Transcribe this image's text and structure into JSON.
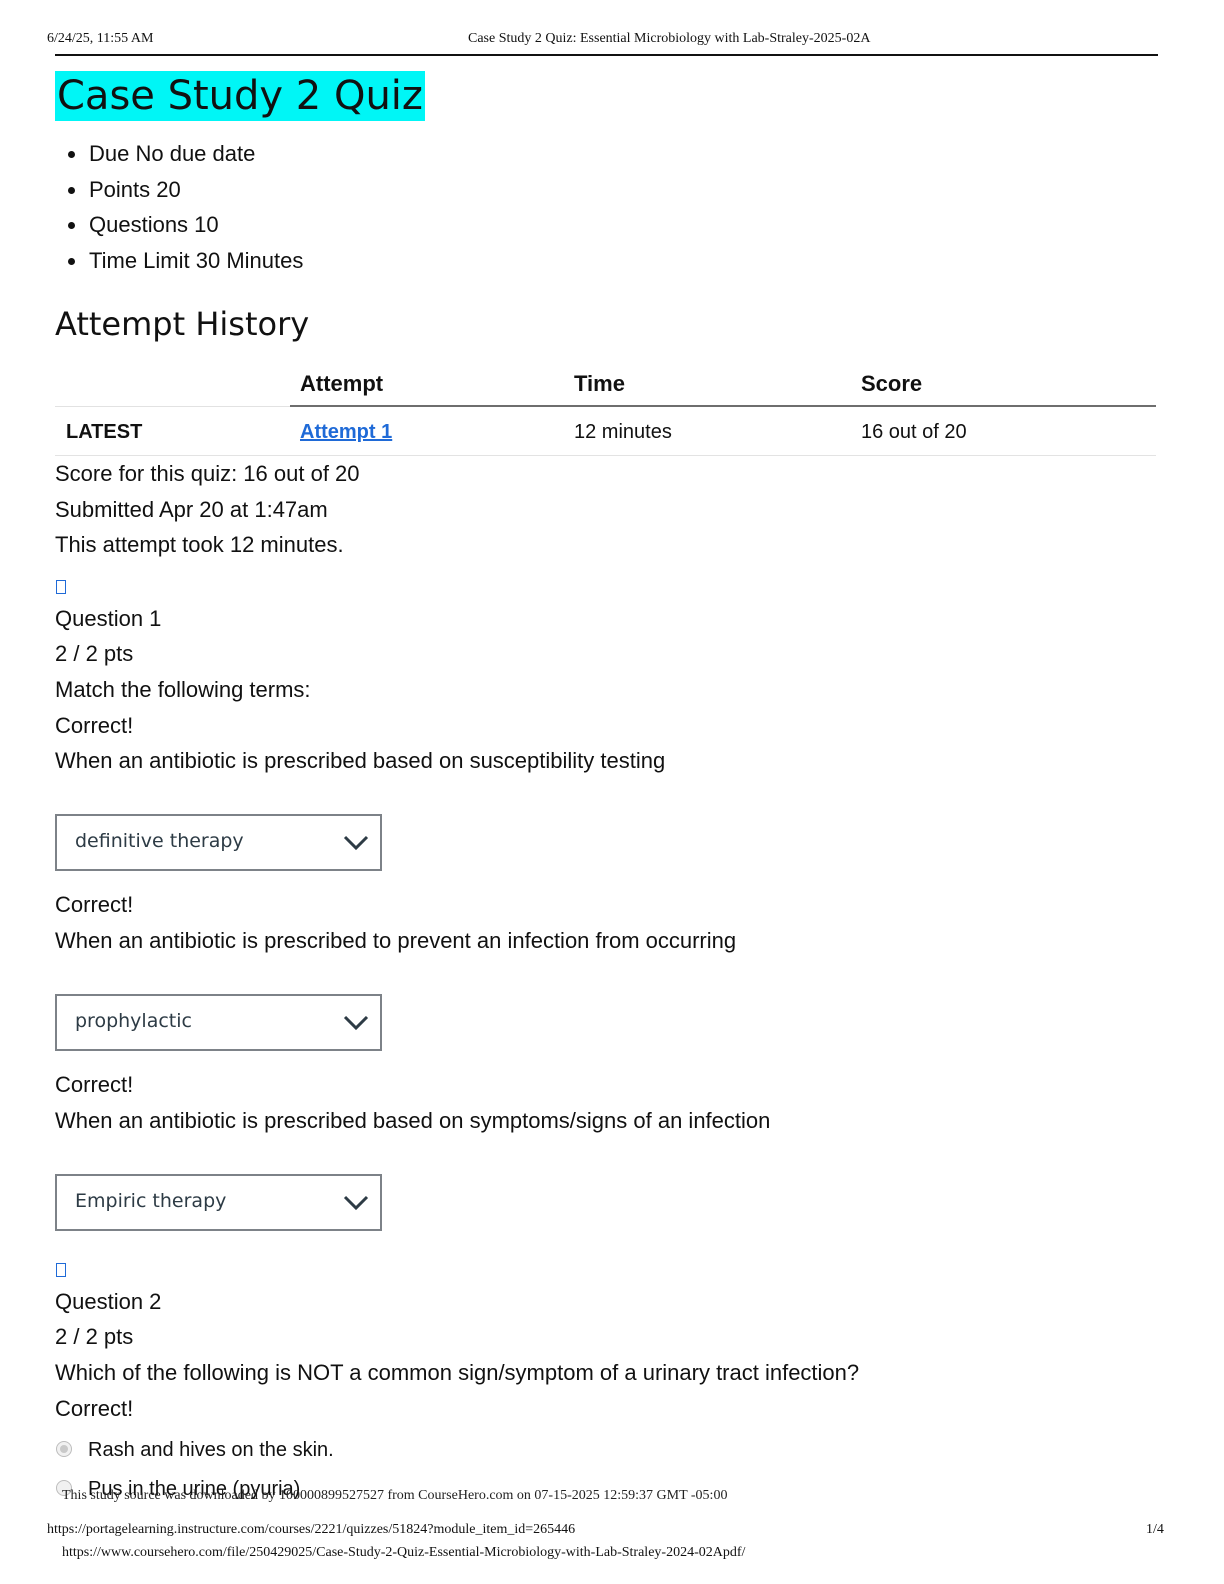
{
  "print_header": {
    "datetime": "6/24/25, 11:55 AM",
    "doc_title": "Case Study 2 Quiz: Essential Microbiology with Lab-Straley-2025-02A"
  },
  "quiz": {
    "title": "Case Study 2 Quiz",
    "details": [
      "Due No due date",
      "Points 20",
      "Questions 10",
      "Time Limit 30 Minutes"
    ]
  },
  "attempt_history": {
    "heading": "Attempt History",
    "columns": [
      "Attempt",
      "Time",
      "Score"
    ],
    "rows": [
      {
        "tag": "LATEST",
        "attempt": "Attempt 1",
        "time": "12 minutes",
        "score": "16 out of 20"
      }
    ]
  },
  "summary": {
    "score": "Score for this quiz: 16 out of 20",
    "submitted": "Submitted Apr 20 at 1:47am",
    "duration": "This attempt took 12 minutes."
  },
  "questions": [
    {
      "label": "Question 1",
      "points": "2 / 2 pts",
      "prompt": "Match the following terms:",
      "matches": [
        {
          "status": "Correct!",
          "text": "When an antibiotic is prescribed based on susceptibility testing",
          "answer": "definitive therapy"
        },
        {
          "status": "Correct!",
          "text": "When an antibiotic is prescribed to prevent an infection from occurring",
          "answer": "prophylactic"
        },
        {
          "status": "Correct!",
          "text": "When an antibiotic is prescribed based on symptoms/signs of an infection",
          "answer": "Empiric therapy"
        }
      ]
    },
    {
      "label": "Question 2",
      "points": "2 / 2 pts",
      "prompt": "Which of the following is NOT a common sign/symptom of a urinary tract infection?",
      "status": "Correct!",
      "options": [
        "Rash and hives on the skin.",
        "Pus in the urine (pyuria)"
      ]
    }
  ],
  "footer": {
    "watermark": "This study source was downloaded by 100000899527527 from CourseHero.com on 07-15-2025 12:59:37 GMT -05:00",
    "url": "https://portagelearning.instructure.com/courses/2221/quizzes/51824?module_item_id=265446",
    "page": "1/4",
    "coursehero_url": "https://www.coursehero.com/file/250429025/Case-Study-2-Quiz-Essential-Microbiology-with-Lab-Straley-2024-02Apdf/"
  },
  "icons": {
    "question_flag": "flag-icon",
    "dropdown": "chevron-down-icon"
  },
  "colors": {
    "title_highlight": "#00f6f6",
    "link": "#1f6ad7"
  }
}
